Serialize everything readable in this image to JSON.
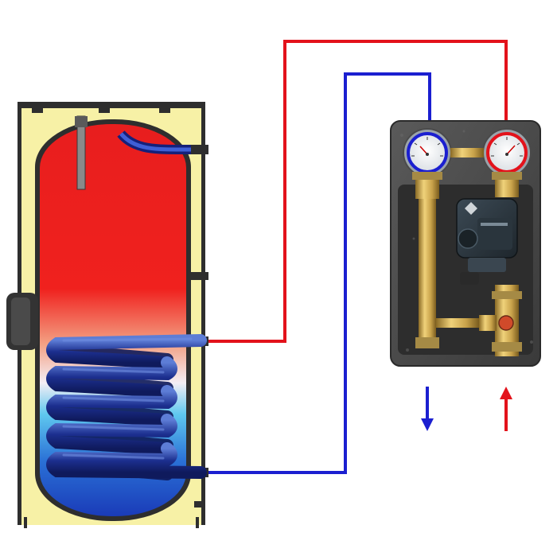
{
  "colors": {
    "hot": "#e3121b",
    "cold": "#1b1fd0",
    "insulation": "#f7f1a6",
    "casing": "#2b2b2b",
    "tank_top": "#e81e1e",
    "tank_bottom": "#1a3bb8",
    "coil": "#1c2f8f",
    "module_body": "#8c8f96",
    "brass": "#c8a24a"
  },
  "components": {
    "tank": "solar-water-tank",
    "coil": "heat-exchanger-coil",
    "module": "pump-group-module",
    "pump": "circulation-pump",
    "gauge_left": "thermometer-gauge-cold",
    "gauge_right": "thermometer-gauge-hot"
  },
  "arrows": {
    "left": {
      "direction": "down",
      "color": "cold"
    },
    "right": {
      "direction": "up",
      "color": "hot"
    }
  }
}
